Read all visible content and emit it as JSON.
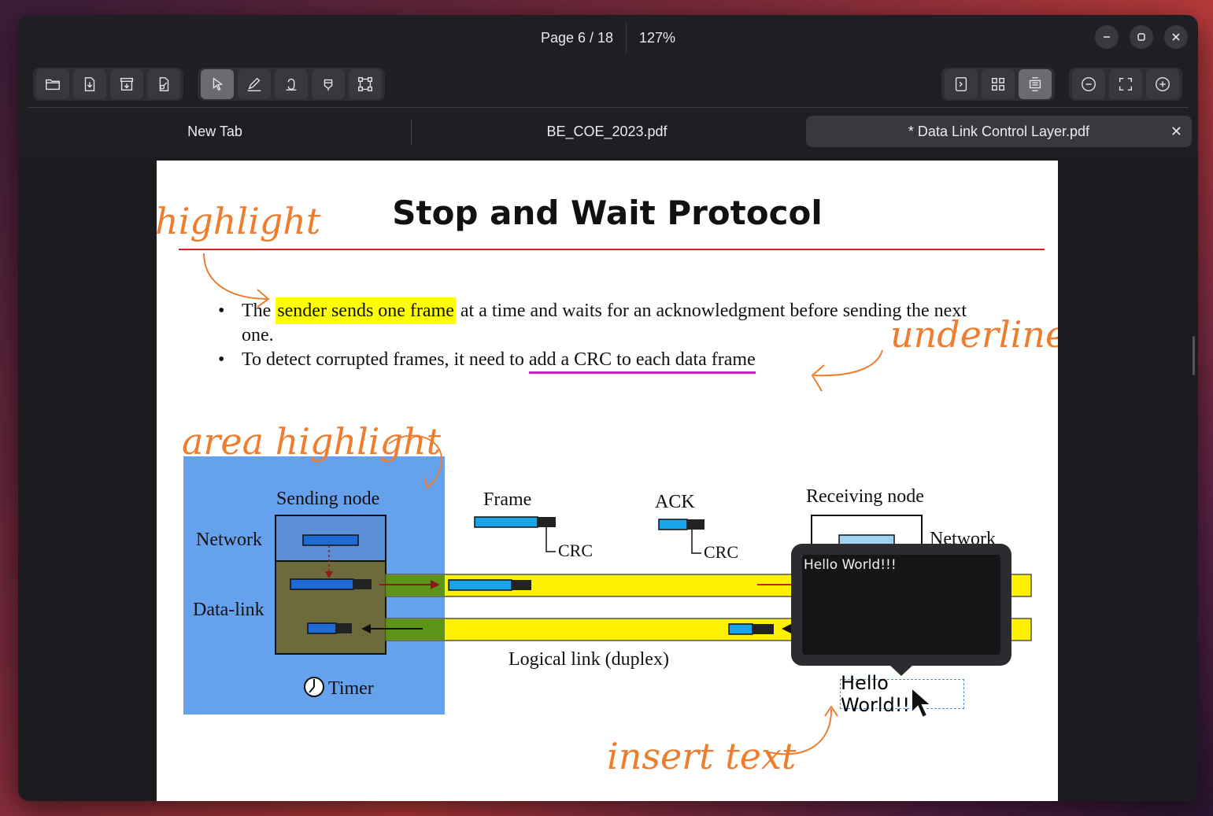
{
  "title": {
    "page_indicator": "Page 6 / 18",
    "zoom": "127%"
  },
  "window_controls": {
    "minimize": "minimize-icon",
    "maximize": "maximize-icon",
    "close": "close-icon"
  },
  "toolbar": {
    "file_group": [
      "open-folder-icon",
      "save-icon",
      "archive-icon",
      "export-icon"
    ],
    "tool_group": [
      "select-tool-icon",
      "draw-tool-icon",
      "underline-tool-icon",
      "highlight-tool-icon",
      "area-select-icon"
    ],
    "view_group": [
      "next-page-icon",
      "grid-view-icon",
      "continuous-view-icon"
    ],
    "zoom_group": [
      "zoom-out-icon",
      "fit-page-icon",
      "zoom-in-icon"
    ]
  },
  "tabs": [
    {
      "label": "New Tab"
    },
    {
      "label": "BE_COE_2023.pdf"
    },
    {
      "label": "* Data Link Control Layer.pdf",
      "active": true
    }
  ],
  "page": {
    "slide_title": "Stop and Wait Protocol",
    "bullet1_pre": "The ",
    "bullet1_highlight": "sender sends one frame",
    "bullet1_post": " at a time and waits for an acknowledgment before sending the next one.",
    "bullet2_pre": "To detect corrupted frames, it need to ",
    "bullet2_underline": "add a CRC to each data frame",
    "diagram": {
      "sending_node": "Sending node",
      "network_left": "Network",
      "datalink_left": "Data-link",
      "timer": "Timer",
      "frame": "Frame",
      "crc1": "CRC",
      "ack": "ACK",
      "crc2": "CRC",
      "receiving_node": "Receiving node",
      "network_right": "Network",
      "logical_link": "Logical link (duplex)"
    },
    "annotations": {
      "highlight": "highlight",
      "underline": "underline",
      "area_highlight": "area highlight",
      "insert_text": "insert text"
    },
    "popup_text": "Hello World!!!",
    "inserted_text": "Hello World!!!"
  },
  "colors": {
    "highlight": "#ffff00",
    "underline": "#d21fc8",
    "annotation": "#f07c2e",
    "area": "#3a86e8"
  }
}
